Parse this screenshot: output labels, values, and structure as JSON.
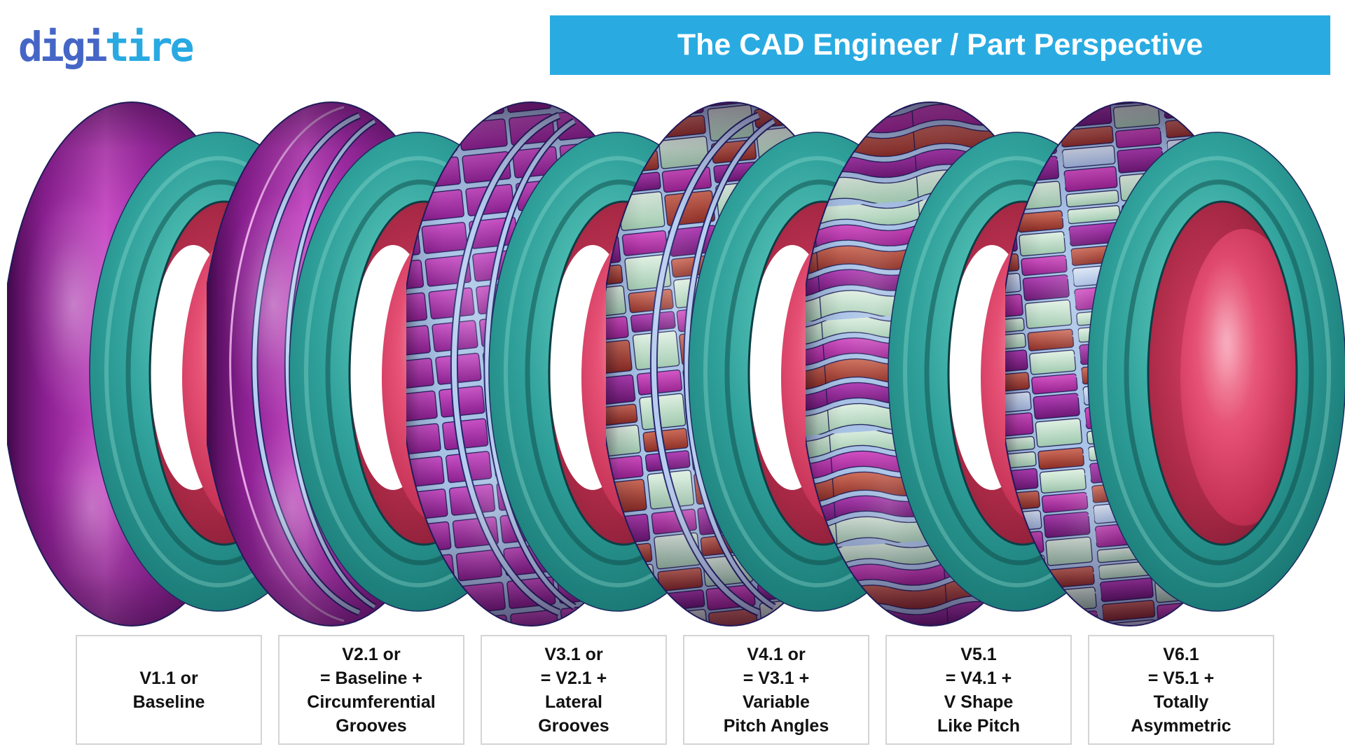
{
  "logo": {
    "part1": "digi",
    "part2": "tire",
    "part1_color": "#4566C6",
    "part2_color": "#29A9E2"
  },
  "banner": {
    "text": "The CAD Engineer / Part Perspective",
    "background": "#29ABE2",
    "text_color": "#FFFFFF"
  },
  "tires": [
    {
      "id": "v1",
      "pattern": "smooth",
      "show_hole": true,
      "caption_lines": [
        "V1.1 or",
        "Baseline"
      ]
    },
    {
      "id": "v2",
      "pattern": "circumferential",
      "show_hole": true,
      "caption_lines": [
        "V2.1 or",
        "= Baseline +",
        "Circumferential",
        "Grooves"
      ]
    },
    {
      "id": "v3",
      "pattern": "lateral",
      "show_hole": true,
      "caption_lines": [
        "V3.1 or",
        "= V2.1 +",
        "Lateral",
        "Grooves"
      ]
    },
    {
      "id": "v4",
      "pattern": "variable-pitch",
      "show_hole": true,
      "caption_lines": [
        "V4.1 or",
        "= V3.1 +",
        "Variable",
        "Pitch Angles"
      ]
    },
    {
      "id": "v5",
      "pattern": "v-shape",
      "show_hole": true,
      "caption_lines": [
        "V5.1",
        "= V4.1 +",
        "V Shape",
        "Like Pitch"
      ]
    },
    {
      "id": "v6",
      "pattern": "asymmetric",
      "show_hole": false,
      "caption_lines": [
        "V6.1",
        "= V5.1 +",
        "Totally",
        "Asymmetric"
      ]
    }
  ],
  "colors": {
    "tread_purple_dark": "#550C5E",
    "tread_purple": "#AB2FAF",
    "tread_purple_bright": "#C94FC6",
    "sidewall_teal": "#2FA09A",
    "sidewall_teal_dark": "#0E4F4D",
    "hub_crimson": "#E44E72",
    "hub_crimson_dark": "#8E1F3C",
    "groove_blue": "#A8C2E6",
    "block_outline": "#1B1B55",
    "block_mint": "#BFE0CB",
    "block_brick": "#A63B30",
    "block_magenta": "#C032B2",
    "block_plum": "#93249A",
    "block_lightblue": "#BFD2EC",
    "caption_border": "#D4D4D4"
  }
}
